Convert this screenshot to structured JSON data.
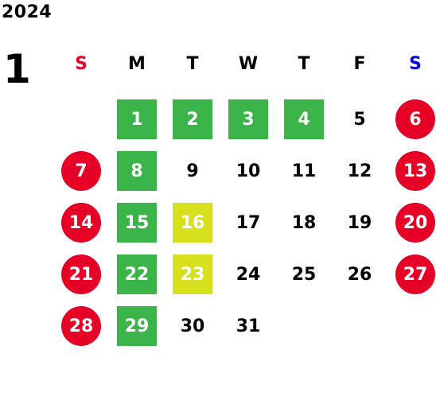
{
  "calendar": {
    "year": "2024",
    "month": "1",
    "weekdays": [
      {
        "label": "S",
        "color": "#e60026"
      },
      {
        "label": "M",
        "color": "#000000"
      },
      {
        "label": "T",
        "color": "#000000"
      },
      {
        "label": "W",
        "color": "#000000"
      },
      {
        "label": "T",
        "color": "#000000"
      },
      {
        "label": "F",
        "color": "#000000"
      },
      {
        "label": "S",
        "color": "#0000e6"
      }
    ],
    "weeks": [
      [
        null,
        {
          "day": "1",
          "style": "green"
        },
        {
          "day": "2",
          "style": "green"
        },
        {
          "day": "3",
          "style": "green"
        },
        {
          "day": "4",
          "style": "green"
        },
        {
          "day": "5",
          "style": "plain"
        },
        {
          "day": "6",
          "style": "red"
        }
      ],
      [
        {
          "day": "7",
          "style": "red"
        },
        {
          "day": "8",
          "style": "green"
        },
        {
          "day": "9",
          "style": "plain"
        },
        {
          "day": "10",
          "style": "plain"
        },
        {
          "day": "11",
          "style": "plain"
        },
        {
          "day": "12",
          "style": "plain"
        },
        {
          "day": "13",
          "style": "red"
        }
      ],
      [
        {
          "day": "14",
          "style": "red"
        },
        {
          "day": "15",
          "style": "green"
        },
        {
          "day": "16",
          "style": "yellow"
        },
        {
          "day": "17",
          "style": "plain"
        },
        {
          "day": "18",
          "style": "plain"
        },
        {
          "day": "19",
          "style": "plain"
        },
        {
          "day": "20",
          "style": "red"
        }
      ],
      [
        {
          "day": "21",
          "style": "red"
        },
        {
          "day": "22",
          "style": "green"
        },
        {
          "day": "23",
          "style": "yellow"
        },
        {
          "day": "24",
          "style": "plain"
        },
        {
          "day": "25",
          "style": "plain"
        },
        {
          "day": "26",
          "style": "plain"
        },
        {
          "day": "27",
          "style": "red"
        }
      ],
      [
        {
          "day": "28",
          "style": "red"
        },
        {
          "day": "29",
          "style": "green"
        },
        {
          "day": "30",
          "style": "plain"
        },
        {
          "day": "31",
          "style": "plain"
        },
        null,
        null,
        null
      ]
    ],
    "colors": {
      "green": "#3bb54a",
      "yellow": "#d7e01d",
      "red": "#e60026",
      "sunday_header": "#e60026",
      "saturday_header": "#0000e6"
    }
  }
}
